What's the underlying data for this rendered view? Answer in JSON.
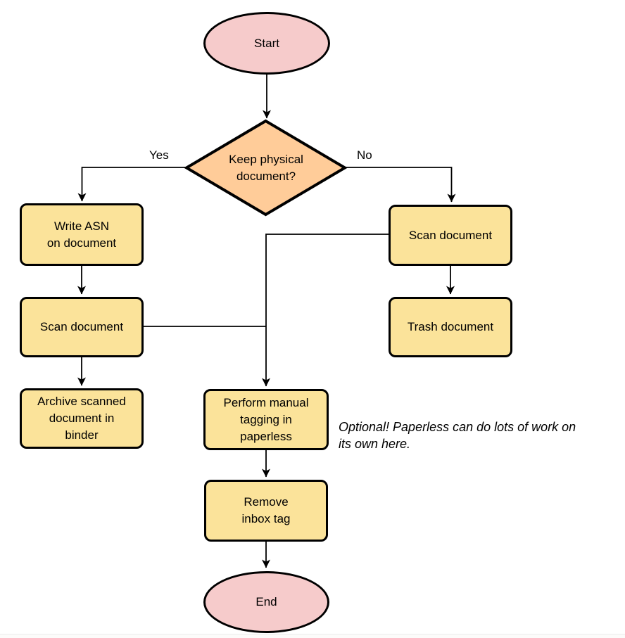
{
  "nodes": {
    "start": {
      "label": "Start"
    },
    "decision": {
      "label": "Keep physical\ndocument?"
    },
    "write_asn": {
      "label": "Write ASN\non document"
    },
    "scan_left": {
      "label": "Scan document"
    },
    "archive": {
      "label": "Archive scanned\ndocument in\nbinder"
    },
    "scan_right": {
      "label": "Scan document"
    },
    "trash": {
      "label": "Trash document"
    },
    "tagging": {
      "label": "Perform manual\ntagging in\npaperless"
    },
    "remove_inbox": {
      "label": "Remove\ninbox tag"
    },
    "end": {
      "label": "End"
    }
  },
  "edge_labels": {
    "yes": "Yes",
    "no": "No"
  },
  "note": {
    "text": "Optional! Paperless can do lots of work on\nits own here."
  },
  "colors": {
    "terminal_fill": "#f6cbcb",
    "decision_fill": "#ffcc99",
    "process_fill": "#fbe39a",
    "stroke": "#000000",
    "canvas_bg": "#ffffff",
    "footer_line": "#ececec"
  }
}
